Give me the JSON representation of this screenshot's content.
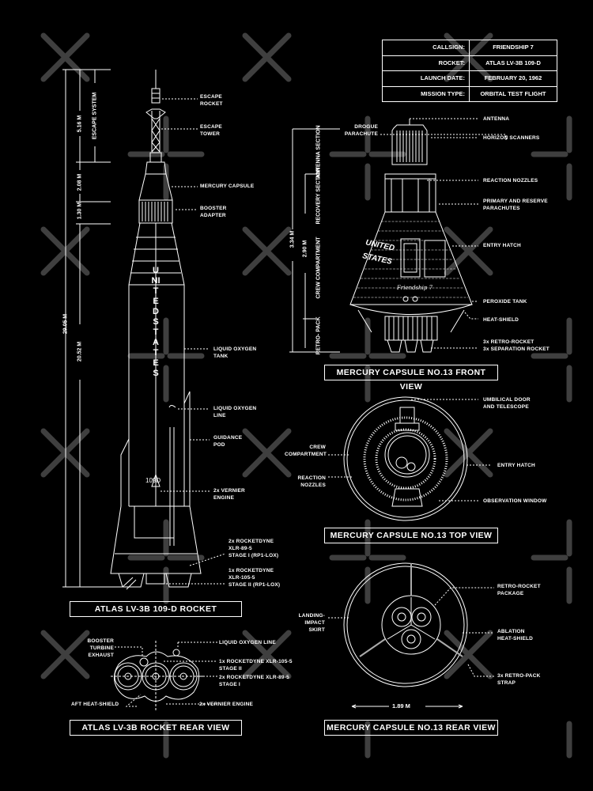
{
  "info_table": [
    {
      "key": "CALLSIGN:",
      "value": "FRIENDSHIP 7"
    },
    {
      "key": "ROCKET:",
      "value": "ATLAS LV-3B 109-D"
    },
    {
      "key": "LAUNCH DATE:",
      "value": "FEBRUARY 20, 1962"
    },
    {
      "key": "MISSION TYPE:",
      "value": "ORBITAL TEST FLIGHT"
    }
  ],
  "rocket": {
    "caption": "ATLAS LV-3B 109-D ROCKET",
    "body_text": "UNITED STATES",
    "serial": "109D",
    "dims": {
      "total": "29.05 M",
      "escape": "5.16 M",
      "escape_label": "ESCAPE SYSTEM",
      "capsule": "2.08 M",
      "adapter": "1.30 M",
      "body": "20.52 M"
    },
    "labels": {
      "escape_rocket": "ESCAPE\nROCKET",
      "escape_tower": "ESCAPE\nTOWER",
      "mercury_capsule": "MERCURY CAPSULE",
      "booster_adapter": "BOOSTER\nADAPTER",
      "lox_tank": "LIQUID OXYGEN\nTANK",
      "lox_line": "LIQUID OXYGEN\nLINE",
      "guidance_pod": "GUIDANCE\nPOD",
      "vernier": "2x VERNIER\nENGINE",
      "stage1": "2x ROCKETDYNE\nXLR-89-5\nSTAGE I (RP1-LOX)",
      "stage2": "1x ROCKETDYNE\nXLR-105-5\nSTAGE II (RP1-LOX)"
    }
  },
  "rocket_rear": {
    "caption": "ATLAS LV-3B ROCKET REAR VIEW",
    "labels": {
      "turbine": "BOOSTER TURBINE\nEXHAUST",
      "lox_line": "LIQUID OXYGEN LINE",
      "stage2": "1x ROCKETDYNE XLR-105-5\nSTAGE II",
      "stage1": "2x ROCKETDYNE XLR-89-5\nSTAGE I",
      "heat_shield": "AFT HEAT-SHIELD",
      "vernier": "2x VERNIER ENGINE"
    }
  },
  "capsule_front": {
    "caption": "MERCURY CAPSULE NO.13 FRONT VIEW",
    "dims": {
      "total": "3.34 M",
      "crew_total": "2.90 M",
      "antenna": "ANTENNA\nSECTION",
      "recovery": "RECOVERY\nSECTION",
      "crew": "CREW COMPARTMENT",
      "retro": "RETRO-\nPACK"
    },
    "labels": {
      "drogue": "DROGUE\nPARACHUTE",
      "antenna": "ANTENNA",
      "horizon": "HORIZON SCANNERS",
      "nozzles": "REACTION NOZZLES",
      "parachutes": "PRIMARY AND RESERVE\nPARACHUTES",
      "hatch": "ENTRY HATCH",
      "peroxide": "PEROXIDE TANK",
      "heatshield": "HEAT-SHIELD",
      "rockets": "3x RETRO-ROCKET\n3x SEPARATION ROCKET"
    },
    "text_united": "UNITED",
    "text_states": "STATES",
    "logo": "Friendship 7"
  },
  "capsule_top": {
    "caption": "MERCURY CAPSULE NO.13 TOP VIEW",
    "labels": {
      "umbilical": "UMBILICAL DOOR\nAND TELESCOPE",
      "crew": "CREW\nCOMPARTMENT",
      "nozzles": "REACTION\nNOZZLES",
      "hatch": "ENTRY HATCH",
      "window": "OBSERVATION WINDOW"
    }
  },
  "capsule_rear": {
    "caption": "MERCURY CAPSULE NO.13 REAR VIEW",
    "diameter": "1.89 M",
    "labels": {
      "retro_pkg": "RETRO-ROCKET\nPACKAGE",
      "skirt": "LANDING-IMPACT\nSKIRT",
      "ablation": "ABLATION\nHEAT-SHIELD",
      "strap": "3x RETRO-PACK\nSTRAP"
    }
  },
  "colors": {
    "background": "#000000",
    "line": "#ffffff",
    "watermark": "#4a4a4a"
  }
}
